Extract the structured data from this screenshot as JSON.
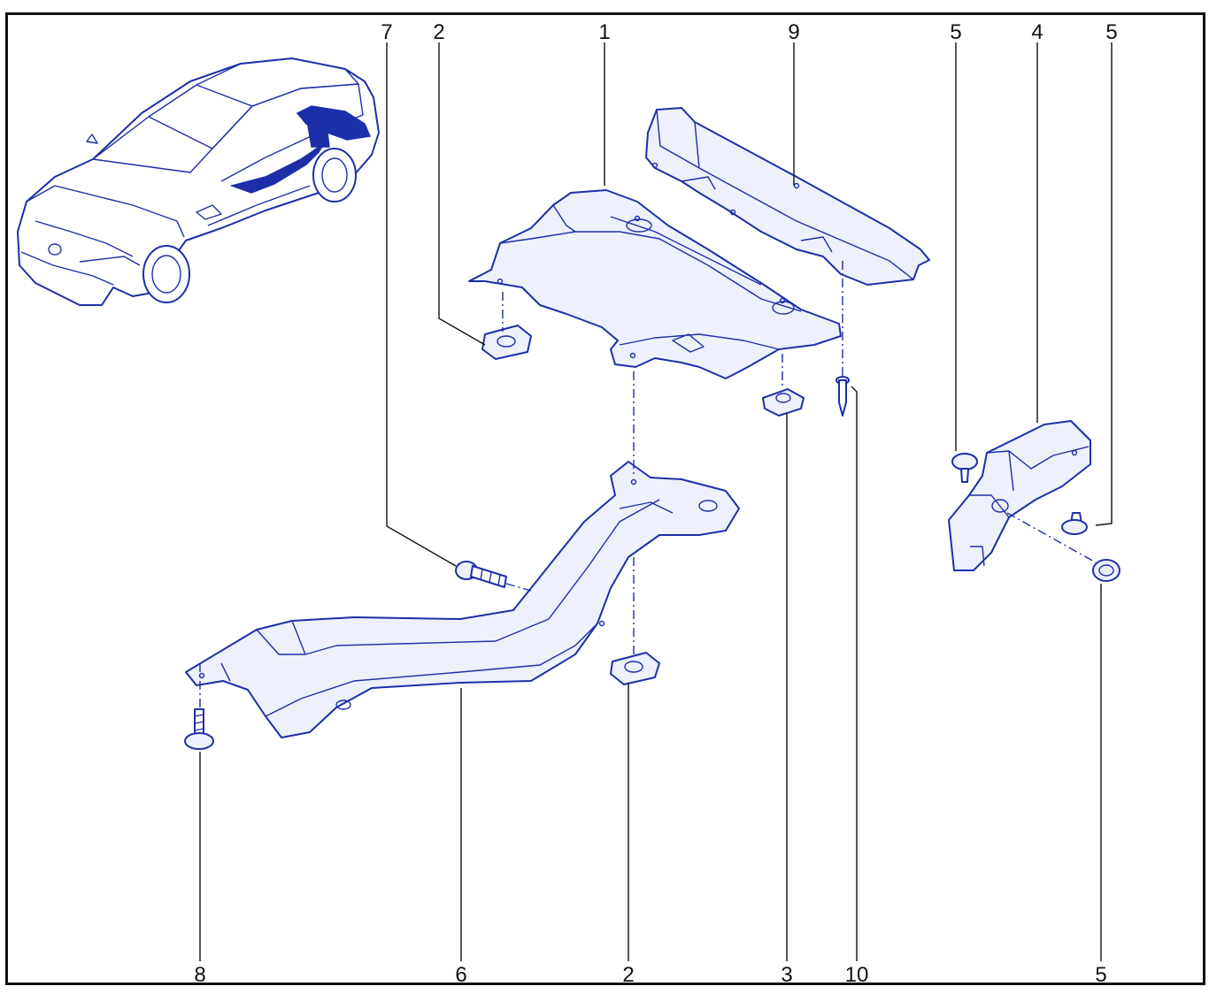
{
  "callouts": [
    {
      "id": "c7-top",
      "text": "7"
    },
    {
      "id": "c2-top",
      "text": "2"
    },
    {
      "id": "c1-top",
      "text": "1"
    },
    {
      "id": "c9-top",
      "text": "9"
    },
    {
      "id": "c5-top-left",
      "text": "5"
    },
    {
      "id": "c4-top",
      "text": "4"
    },
    {
      "id": "c5-top-right",
      "text": "5"
    },
    {
      "id": "c8-bottom",
      "text": "8"
    },
    {
      "id": "c6-bottom",
      "text": "6"
    },
    {
      "id": "c2-bottom",
      "text": "2"
    },
    {
      "id": "c3-bottom",
      "text": "3"
    },
    {
      "id": "c10-bottom",
      "text": "10"
    },
    {
      "id": "c5-bottom",
      "text": "5"
    }
  ],
  "colors": {
    "line_art": "#1d2fa8",
    "leaders": "#111111",
    "frame": "#111111"
  }
}
